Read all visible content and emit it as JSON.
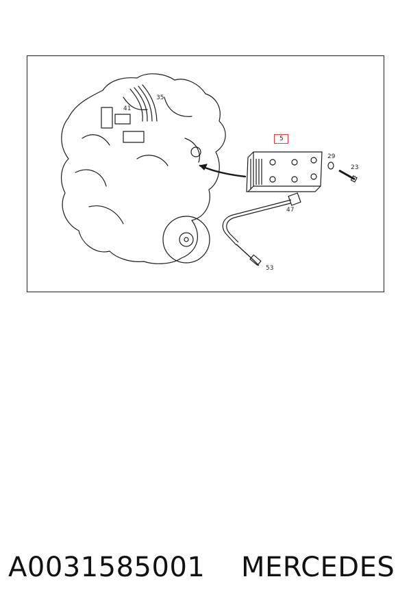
{
  "diagram": {
    "callouts": {
      "c35": "35",
      "c41": "41",
      "c5": "5",
      "c29": "29",
      "c23": "23",
      "c47": "47",
      "c53": "53"
    },
    "highlight_color": "#e23b3b"
  },
  "caption": {
    "part_number": "A0031585001",
    "brand": "MERCEDES"
  }
}
